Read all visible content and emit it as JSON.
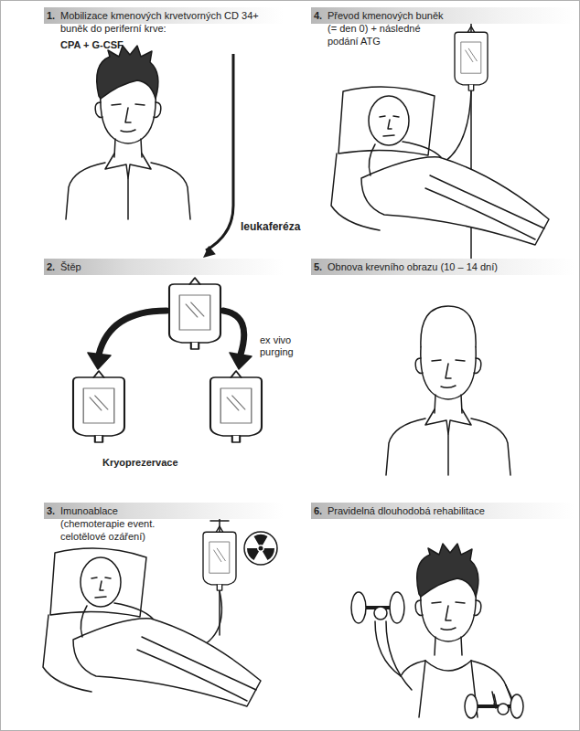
{
  "diagram": {
    "nodes": [
      {
        "text": [
          "1.",
          "Mobilizace kmenových krvetvorných CD 34+ buněk do periferní krve:",
          "CPA + G-CSF"
        ]
      },
      {
        "text": [
          "2.",
          "Štěp"
        ]
      },
      {
        "text": [
          "3.",
          "Imunoablace (chemoterapie event. celotělové ozáření)"
        ]
      },
      {
        "text": [
          "4.",
          "Převod kmenových buněk (= den 0) + následné podání ATG"
        ]
      },
      {
        "text": [
          "5.",
          "Obnova krevního obrazu (10 – 14 dní)"
        ]
      },
      {
        "text": [
          "6.",
          "Pravidelná dlouhodobá rehabilitace"
        ]
      }
    ],
    "edges": [
      {
        "from": 0,
        "to": 1,
        "label": "leukaferéza",
        "arrow": "to"
      }
    ],
    "labels": [
      "ex vivo purging",
      "Kryoprezervace"
    ]
  }
}
